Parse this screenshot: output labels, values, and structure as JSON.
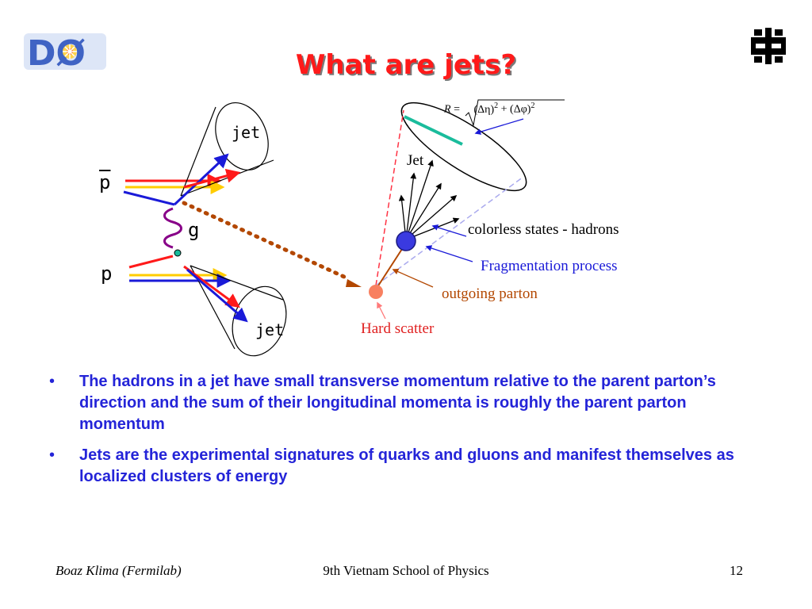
{
  "slide": {
    "title": "What are jets?",
    "logos": {
      "left": "DØ",
      "right_icon": "fermilab-logo-icon"
    }
  },
  "diagram": {
    "left": {
      "antiproton_label": "p",
      "proton_label": "p",
      "gluon_label": "g",
      "jet_top_label": "jet",
      "jet_bottom_label": "jet"
    },
    "right": {
      "formula": {
        "lhs": "R",
        "eq": "=",
        "term1": "(Δη)",
        "plus": "+",
        "term2": "(Δφ)",
        "exp": "2"
      },
      "jet_label": "Jet",
      "hadrons_label": "colorless states -  hadrons",
      "fragmentation_label": "Fragmentation process",
      "outgoing_label": "outgoing parton",
      "hard_scatter_label": "Hard scatter"
    },
    "colors": {
      "red": "#ff1a1a",
      "blue": "#1a1ad8",
      "yellow": "#ffcc00",
      "brown": "#b34700",
      "purple": "#880088",
      "teal": "#1abc9c",
      "node_blue": "#3a3ae0",
      "hard_scatter": "#f88060"
    }
  },
  "bullets": [
    "The hadrons in a jet have small transverse momentum relative to the parent parton’s direction and the sum of their longitudinal momenta is roughly the parent parton momentum",
    "Jets are the experimental signatures of quarks and gluons and manifest themselves as localized clusters of energy"
  ],
  "footer": {
    "left": "Boaz Klima (Fermilab)",
    "center": "9th Vietnam School of Physics",
    "page": "12"
  }
}
